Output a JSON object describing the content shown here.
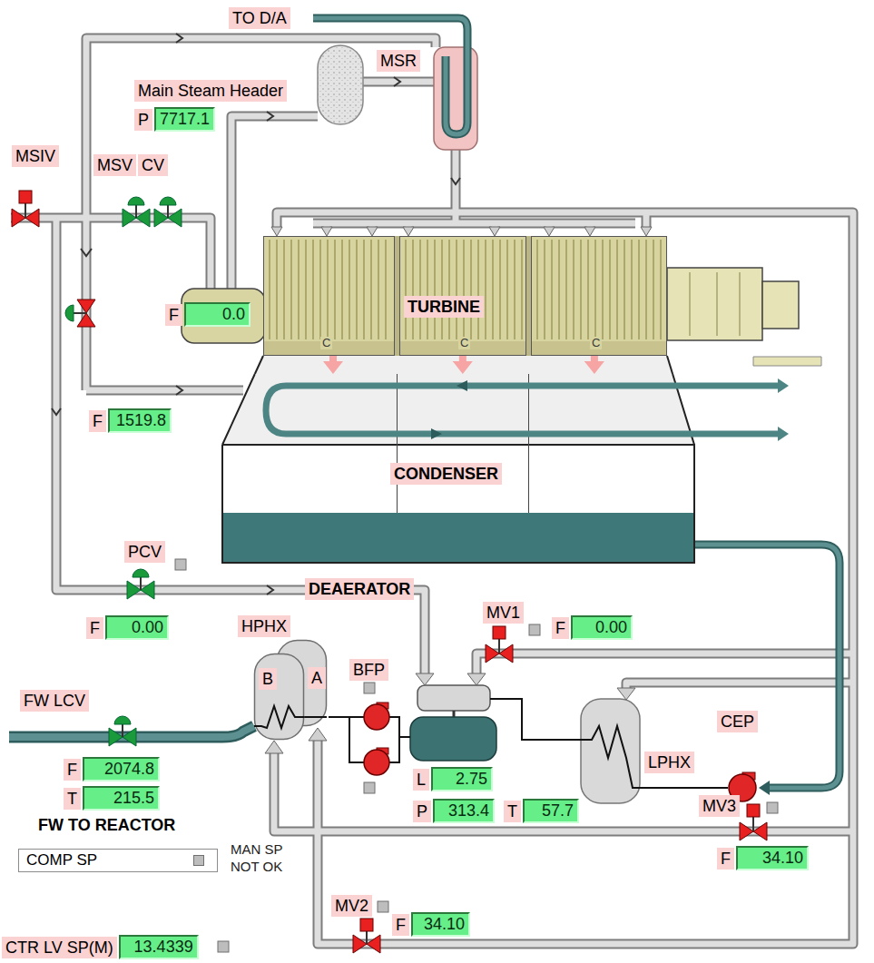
{
  "diagram": {
    "nodes": [
      {
        "text": [
          "Main Steam Header",
          "P",
          "7717.1"
        ]
      },
      {
        "text": [
          "TURBINE",
          "C",
          "C",
          "C"
        ]
      },
      {
        "text": [
          "F",
          "0.0"
        ]
      },
      {
        "text": [
          "CONDENSER"
        ]
      },
      {
        "text": [
          "F",
          "1519.8"
        ]
      },
      {
        "text": [
          "F",
          "0.00"
        ]
      },
      {
        "text": [
          "F",
          "0.00"
        ]
      },
      {
        "text": [
          "A"
        ]
      },
      {
        "text": [
          "B"
        ]
      },
      {
        "text": [
          "F",
          "2074.8"
        ]
      },
      {
        "text": [
          "L",
          "2.75"
        ]
      },
      {
        "text": [
          "T",
          "215.5"
        ]
      },
      {
        "text": [
          "P",
          "313.4"
        ]
      },
      {
        "text": [
          "T",
          "57.7"
        ]
      },
      {
        "text": [
          "COMP SP"
        ]
      },
      {
        "text": [
          "F",
          "34.10"
        ]
      },
      {
        "text": [
          "F",
          "34.10"
        ]
      },
      {
        "text": [
          "CTR LV SP(M)",
          "13.4339"
        ]
      }
    ],
    "edges": [
      {
        "from": 1,
        "to": 3,
        "arrow": "to"
      },
      {
        "from": 1,
        "to": 3,
        "arrow": "to"
      },
      {
        "from": 1,
        "to": 3,
        "arrow": "to"
      }
    ],
    "labels": [
      "TO D/A",
      "MSR",
      "MSIV",
      "MSV",
      "CV",
      "PCV",
      "DEAERATOR",
      "MV1",
      "HPHX",
      "BFP",
      "FW LCV",
      "LPHX",
      "CEP",
      "FW TO REACTOR",
      "MAN SP NOT OK",
      "MV3",
      "MV2"
    ]
  }
}
